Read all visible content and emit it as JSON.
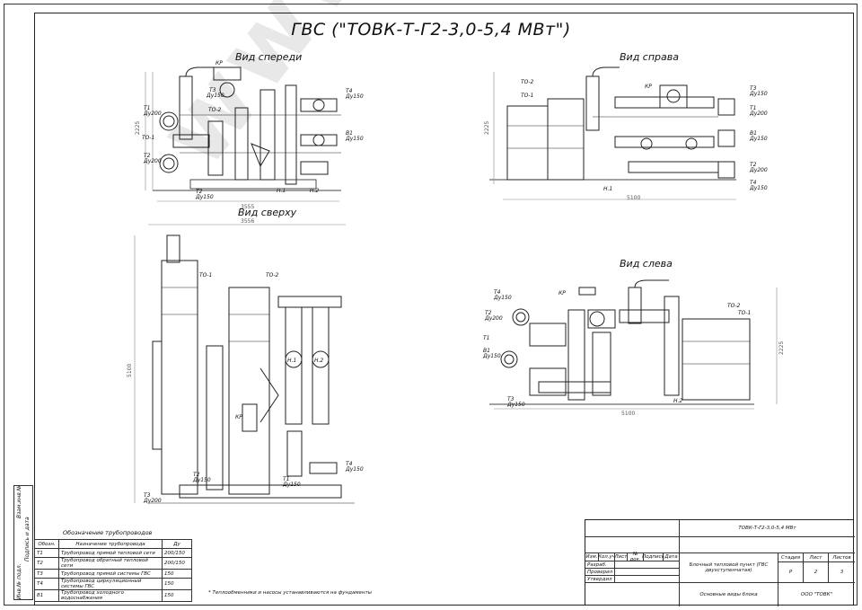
{
  "title": "ГВС (\"ТОВК-Т-Г2-3,0-5,4 МВт\")",
  "watermark": "www.tovk.ru",
  "views": {
    "front": "Вид спереди",
    "right": "Вид справа",
    "top": "Вид сверху",
    "left": "Вид слева"
  },
  "dimensions": {
    "front_h": "2225",
    "front_w": "3555",
    "right_h": "2225",
    "right_w": "5100",
    "top_w": "3556",
    "top_h": "5100",
    "left_h": "2225",
    "left_w": "5100"
  },
  "callouts": {
    "kr": "КР",
    "t1": "Т1",
    "t2": "Т2",
    "t3": "Т3",
    "t4": "Т4",
    "v1": "В1",
    "to1": "ТО-1",
    "to2": "ТО-2",
    "n1": "Н.1",
    "n2": "Н.2",
    "du150": "Ду150",
    "du200": "Ду200"
  },
  "legend": {
    "heading": "Обозначение трубопроводов",
    "col_code": "Обозн.",
    "col_purpose": "Назначение трубопровода",
    "col_du": "Ду",
    "rows": [
      {
        "code": "Т1",
        "purpose": "Трубопровод прямой тепловой сети",
        "du": "200/150"
      },
      {
        "code": "Т2",
        "purpose": "Трубопровод обратный тепловой сети",
        "du": "200/150"
      },
      {
        "code": "Т3",
        "purpose": "Трубопровод прямой системы ГВС",
        "du": "150"
      },
      {
        "code": "Т4",
        "purpose": "Трубопровод циркуляционный системы ГВС",
        "du": "150"
      },
      {
        "code": "В1",
        "purpose": "Трубопровод холодного водоснабжения",
        "du": "150"
      }
    ],
    "note": "* Теплообменники и насосы устанавливаются на фундаменты"
  },
  "side_strip": {
    "inv_podl": "Инв.№ подл.",
    "podp_data": "Подпись и дата",
    "vzam": "Взам.инв.№"
  },
  "stamp": {
    "code": "ТОВК-Т-Г2-3,0-5,4 МВт",
    "hdr": [
      "Изм.",
      "Кол.уч",
      "Лист",
      "№ док.",
      "Подпись",
      "Дата"
    ],
    "razrab": "Разраб.",
    "proveril": "Проверил",
    "utverdil": "Утвердил",
    "name": "Блочный тепловой пункт (ГВС двухступенчатая)",
    "sheet_title": "Основные виды блока",
    "stadia_lbl": "Стадия",
    "stadia": "Р",
    "list_lbl": "Лист",
    "list": "2",
    "listov_lbl": "Листов",
    "listov": "3",
    "org": "ООО \"ТОВК\""
  }
}
